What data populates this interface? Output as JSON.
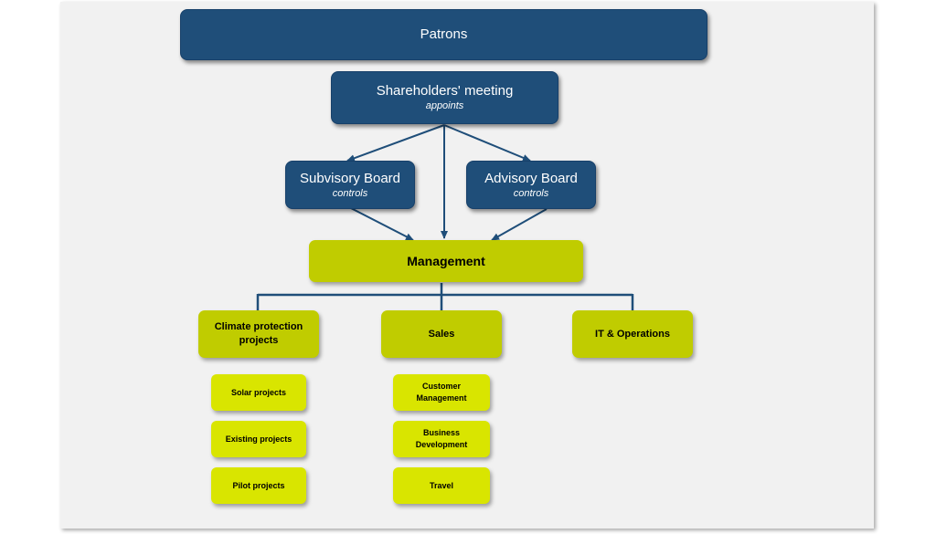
{
  "top": {
    "label": "Patrons"
  },
  "shareholders": {
    "label": "Shareholders' meeting",
    "sub": "appoints"
  },
  "subvisory": {
    "label": "Subvisory Board",
    "sub": "controls"
  },
  "advisory": {
    "label": "Advisory Board",
    "sub": "controls"
  },
  "management": {
    "label": "Management"
  },
  "departments": {
    "climate": "Climate protection projects",
    "sales": "Sales",
    "it": "IT & Operations"
  },
  "climate_items": [
    "Solar projects",
    "Existing projects",
    "Pilot projects"
  ],
  "sales_items": [
    "Customer Management",
    "Business Development",
    "Travel"
  ],
  "colors": {
    "navy": "#1f4e79",
    "olive": "#c0cc00",
    "lime": "#d9e500",
    "connector": "#1f4e79"
  }
}
